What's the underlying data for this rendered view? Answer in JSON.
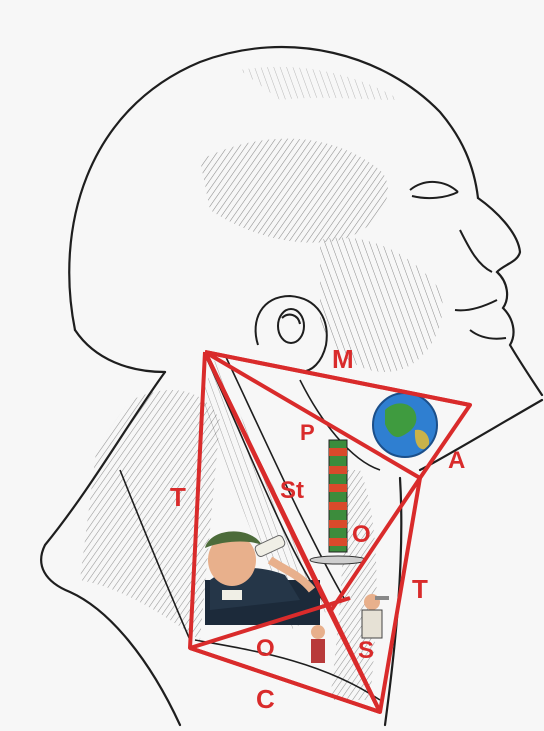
{
  "figure": {
    "background_color": "#f7f7f7",
    "ink_color": "#1e1e1e",
    "triangle_color": "#d92b2b",
    "labels": {
      "m": "M",
      "p": "P",
      "st": "St",
      "a": "A",
      "o_upper": "O",
      "t_left": "T",
      "t_right": "T",
      "o_lower": "O",
      "s": "S",
      "c": "C"
    },
    "icons": [
      "globe-icon",
      "drinking-man-icon",
      "striped-pole-icon",
      "waiter-icon",
      "small-figure-icon"
    ]
  }
}
